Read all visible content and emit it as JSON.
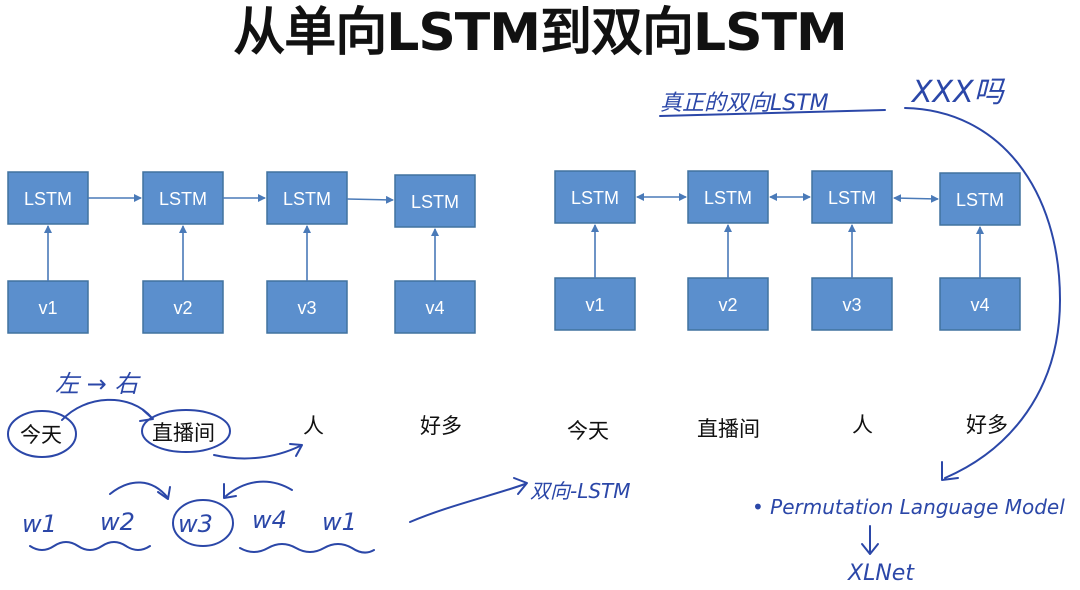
{
  "title": "从单向LSTM到双向LSTM",
  "colors": {
    "box_fill": "#5b8fcd",
    "box_stroke": "#41729f",
    "box_text": "#ffffff",
    "arrow": "#4a7ab8",
    "ink": "#2b47a8",
    "title": "#111111"
  },
  "left_diagram": {
    "lstm_labels": [
      "LSTM",
      "LSTM",
      "LSTM",
      "LSTM"
    ],
    "input_labels": [
      "v1",
      "v2",
      "v3",
      "v4"
    ],
    "words": [
      "今天",
      "直播间",
      "人",
      "好多"
    ]
  },
  "right_diagram": {
    "lstm_labels": [
      "LSTM",
      "LSTM",
      "LSTM",
      "LSTM"
    ],
    "input_labels": [
      "v1",
      "v2",
      "v3",
      "v4"
    ],
    "words": [
      "今天",
      "直播间",
      "人",
      "好多"
    ]
  },
  "handwriting": {
    "direction_note": "左 → 右",
    "true_bilstm_note": "真正的双向LSTM",
    "xxx_note": "XXX吗",
    "bilstm_note": "双向-LSTM",
    "w_sequence": [
      "w1",
      "w2",
      "w3",
      "w4",
      "w1"
    ],
    "plm_note": "• Permutation Language Model",
    "xlnet_note": "XLNet"
  }
}
